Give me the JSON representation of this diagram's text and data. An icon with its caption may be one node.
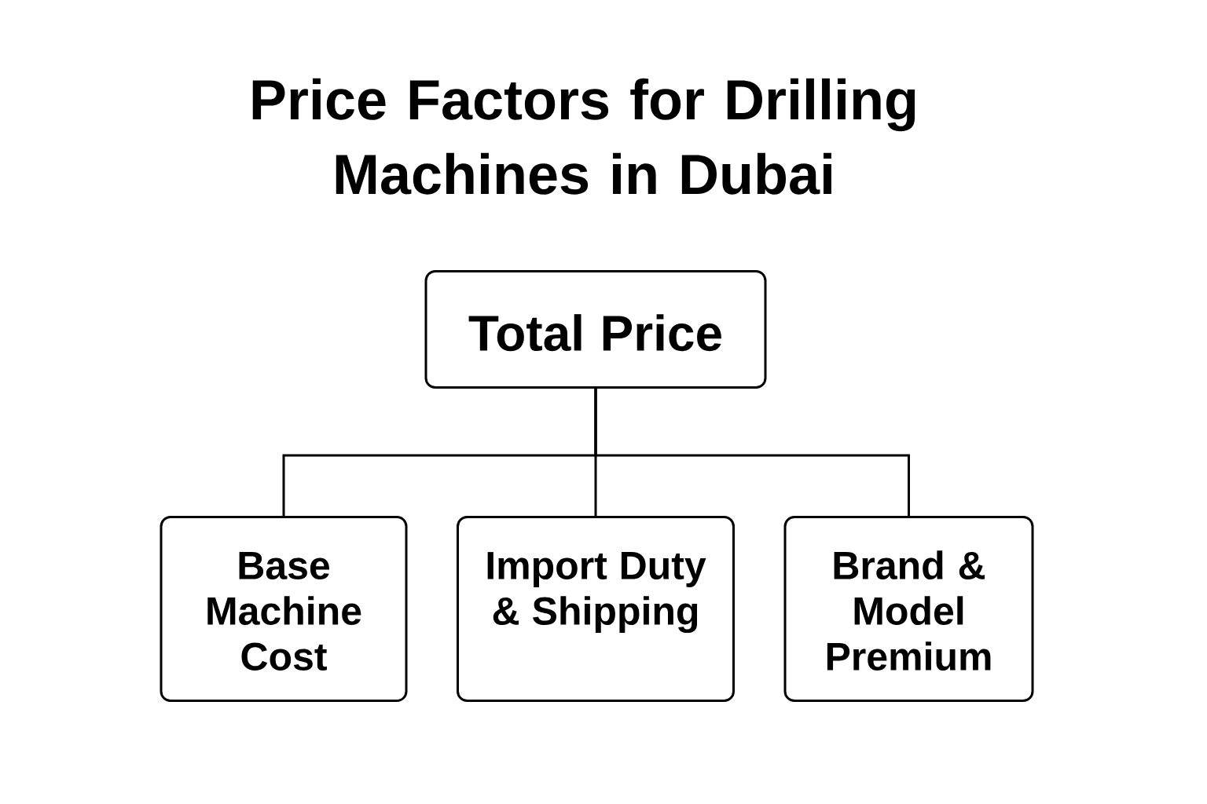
{
  "diagram": {
    "title": "Price Factors for Drilling Machines in Dubai",
    "nodes": [
      {
        "text": [
          "Total Price"
        ]
      },
      {
        "text": [
          "Base Machine Cost"
        ]
      },
      {
        "text": [
          "Import Duty & Shipping"
        ]
      },
      {
        "text": [
          "Brand & Model Premium"
        ]
      }
    ],
    "edges": [
      {
        "from": 0,
        "to": 1,
        "arrow": "none"
      },
      {
        "from": 0,
        "to": 2,
        "arrow": "none"
      },
      {
        "from": 0,
        "to": 3,
        "arrow": "none"
      }
    ]
  }
}
